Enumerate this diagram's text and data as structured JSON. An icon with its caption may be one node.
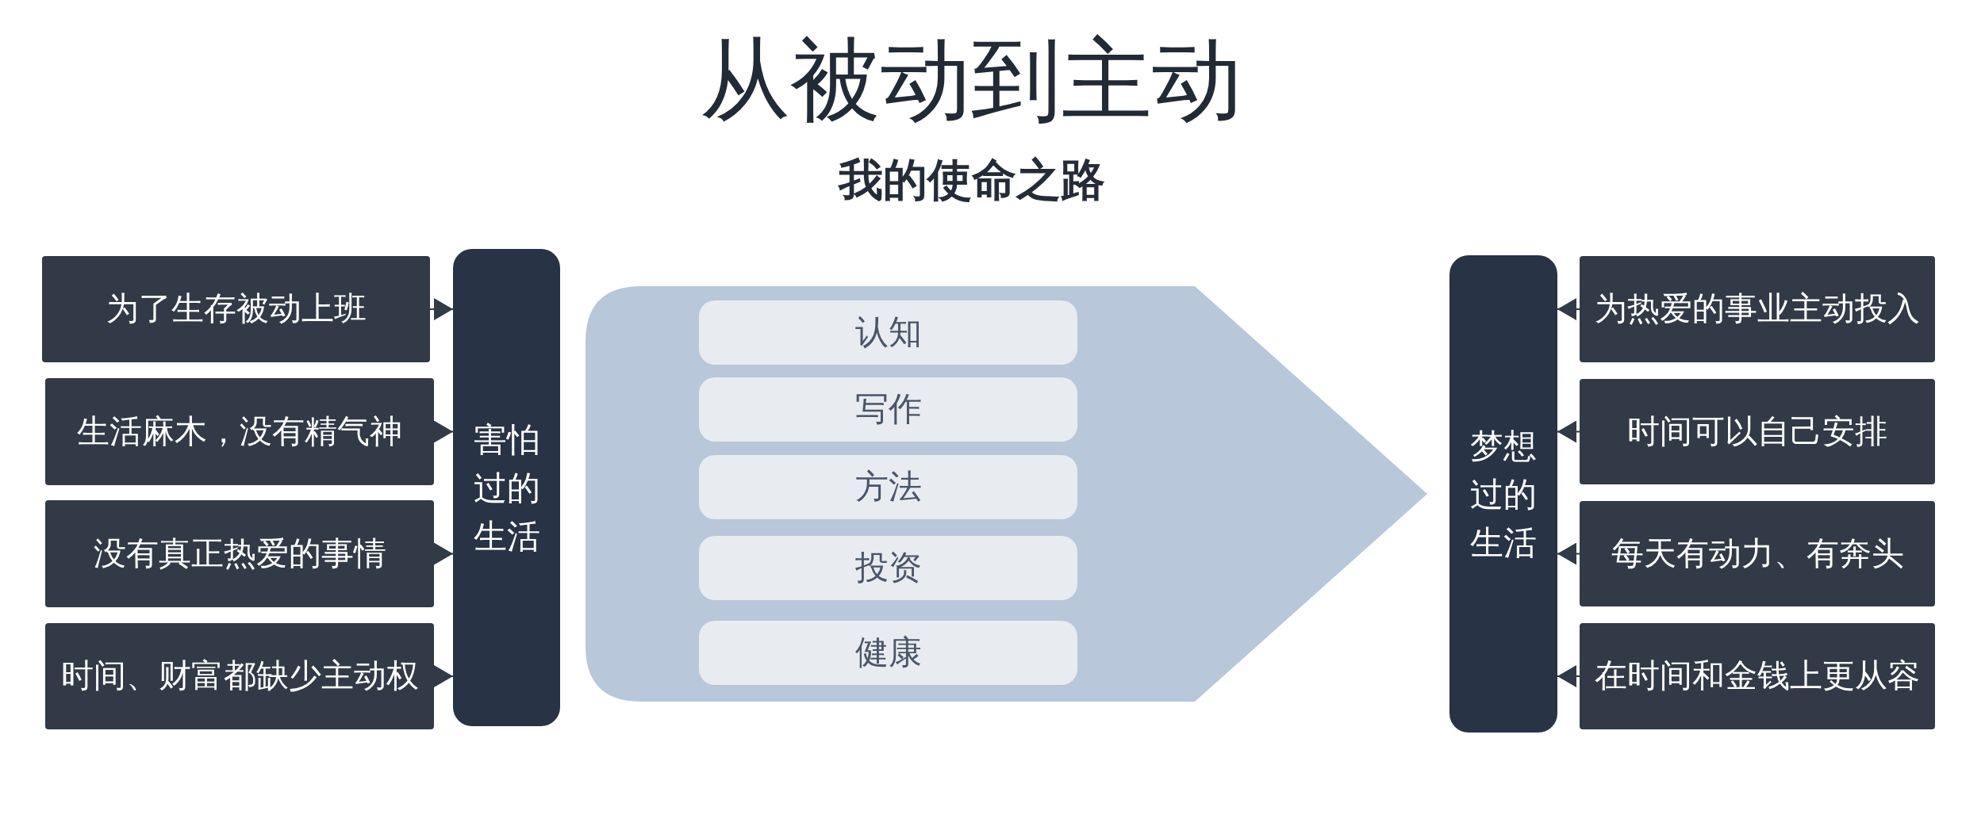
{
  "diagram": {
    "title": "从被动到主动",
    "nodes": [
      {
        "text": [
          "为了生存被动上班"
        ]
      },
      {
        "text": [
          "生活麻木，没有精气神"
        ]
      },
      {
        "text": [
          "没有真正热爱的事情"
        ]
      },
      {
        "text": [
          "时间、财富都缺少主动权"
        ]
      },
      {
        "text": [
          "害怕过的生活"
        ]
      },
      {
        "text": [],
        "shape": "arrow"
      },
      {
        "text": [
          "认知"
        ],
        "in": 5
      },
      {
        "text": [
          "写作"
        ],
        "in": 5
      },
      {
        "text": [
          "方法"
        ],
        "in": 5
      },
      {
        "text": [
          "投资"
        ],
        "in": 5
      },
      {
        "text": [
          "健康"
        ],
        "in": 5
      },
      {
        "text": [
          "梦想过的生活"
        ]
      },
      {
        "text": [
          "为热爱的事业主动投入"
        ]
      },
      {
        "text": [
          "时间可以自己安排"
        ]
      },
      {
        "text": [
          "每天有动力、有奔头"
        ]
      },
      {
        "text": [
          "在时间和金钱上更从容"
        ]
      }
    ],
    "edges": [
      {
        "from": 0,
        "to": 4,
        "arrow": "to"
      },
      {
        "from": 1,
        "to": 4,
        "arrow": "to"
      },
      {
        "from": 2,
        "to": 4,
        "arrow": "to"
      },
      {
        "from": 3,
        "to": 4,
        "arrow": "to"
      },
      {
        "from": 12,
        "to": 11,
        "arrow": "to"
      },
      {
        "from": 13,
        "to": 11,
        "arrow": "to"
      },
      {
        "from": 14,
        "to": 11,
        "arrow": "to"
      },
      {
        "from": 15,
        "to": 11,
        "arrow": "to"
      }
    ],
    "labels": [
      "我的使命之路"
    ]
  }
}
